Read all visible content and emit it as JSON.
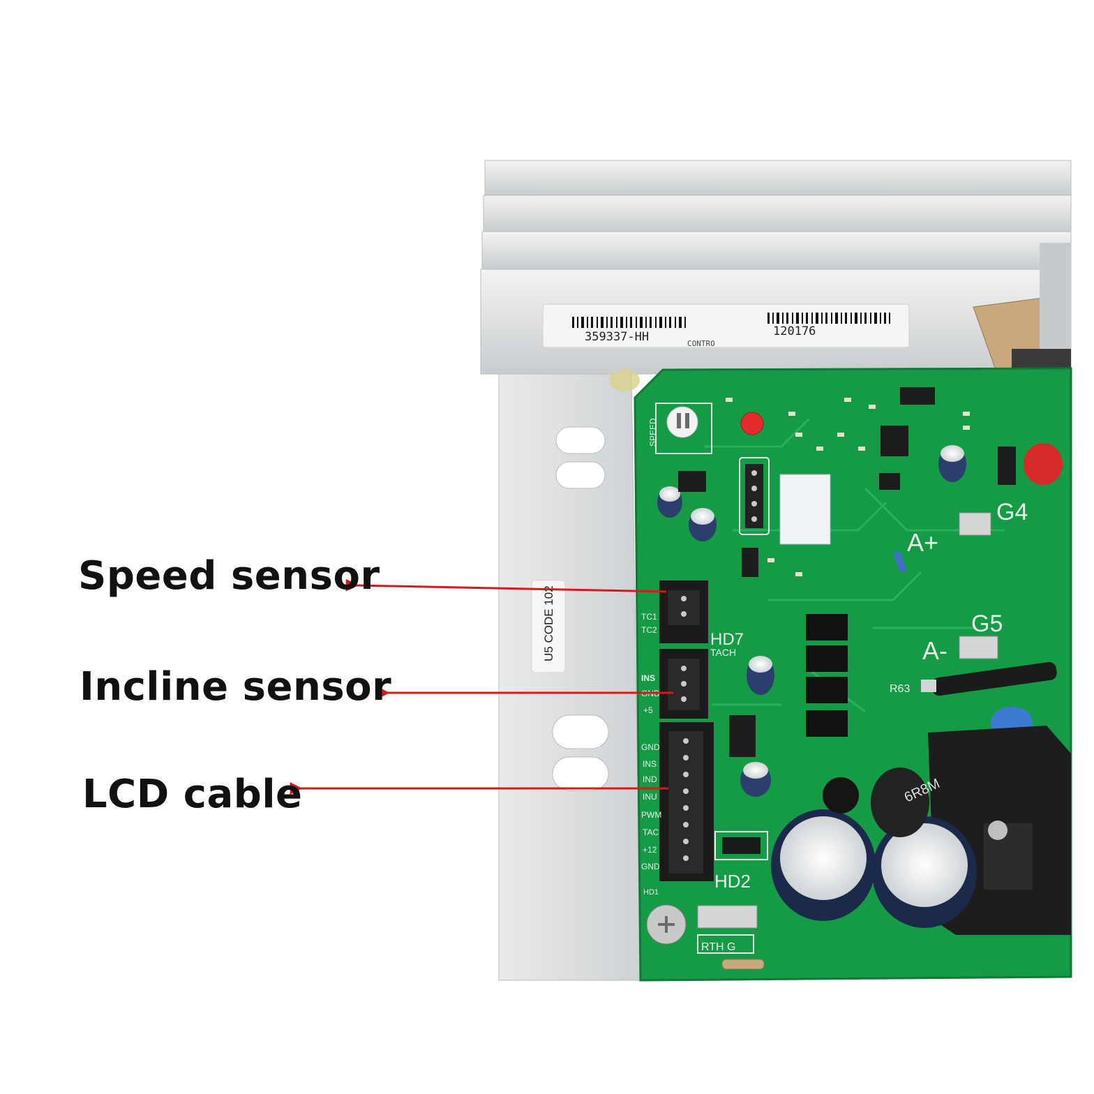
{
  "colors": {
    "pcb": "#159a45",
    "pcb_dark": "#0f7a35",
    "heatsink": "#dcdedf",
    "heatsink_shadow": "#b9bcbe",
    "arrow": "#d21c1c",
    "connector": "#1a1a1a",
    "silkscreen": "#e9f2ea"
  },
  "callouts": [
    {
      "label": "Speed sensor",
      "target": "speed-sensor-connector"
    },
    {
      "label": "Incline sensor",
      "target": "incline-sensor-connector"
    },
    {
      "label": "LCD cable",
      "target": "lcd-cable-connector"
    }
  ],
  "board": {
    "barcode_text_left": "359337-HH",
    "barcode_text_right": "120176",
    "barcode_sub": "CONTRO",
    "side_label": "U5 CODE 102",
    "speed_label": "SPEED",
    "headers": [
      "HD7",
      "TACH",
      "HD2",
      "HD1"
    ],
    "terminals": [
      "G4",
      "A+",
      "G5",
      "A-",
      "R63"
    ],
    "inductor_label": "6R8M",
    "earth_label": "RTH G",
    "pin_labels_hd7": [
      "TC1",
      "TC2"
    ],
    "pin_labels_ins": [
      "INS",
      "GND",
      "+5"
    ],
    "pin_labels_hd2": [
      "GND",
      "INS",
      "IND",
      "INU",
      "PWM",
      "TAC",
      "+12",
      "GND"
    ]
  }
}
